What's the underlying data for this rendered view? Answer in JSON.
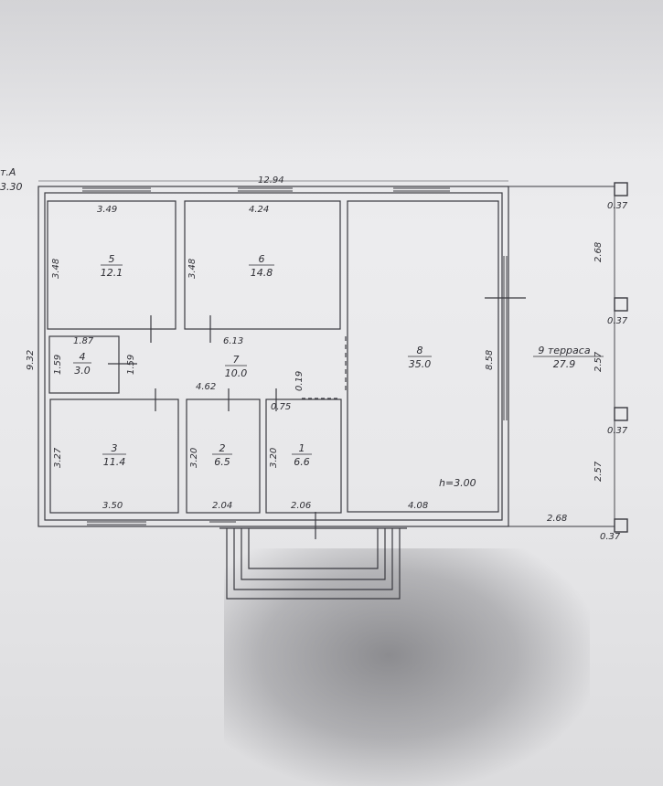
{
  "plan": {
    "axis_label": "т.А",
    "axis_level": "3.30",
    "overall_width": "12.94",
    "overall_depth": "9.32",
    "ceiling_height": "h=3.00",
    "rooms": [
      {
        "number": "1",
        "area": "6.6"
      },
      {
        "number": "2",
        "area": "6.5"
      },
      {
        "number": "3",
        "area": "11.4"
      },
      {
        "number": "4",
        "area": "3.0"
      },
      {
        "number": "5",
        "area": "12.1"
      },
      {
        "number": "6",
        "area": "14.8"
      },
      {
        "number": "7",
        "area": "10.0"
      },
      {
        "number": "8",
        "area": "35.0"
      },
      {
        "number": "9 терраса",
        "area": "27.9"
      }
    ],
    "dimensions": {
      "room5_width": "3.49",
      "room5_height": "3.48",
      "room6_width": "4.24",
      "room6_height": "3.48",
      "room4_width": "1.87",
      "room4_height": "1.59",
      "room4_height_right": "1.59",
      "hall_width": "6.13",
      "corridor_width": "4.62",
      "corridor_gap": "0.19",
      "room1_offset": "0.75",
      "room3_height": "3.27",
      "room3_width": "3.50",
      "room2_height": "3.20",
      "room2_width": "2.04",
      "room1_height": "3.20",
      "room1_width": "2.06",
      "room8_depth": "8.58",
      "room8_width": "4.08",
      "terrace_span_1": "2.68",
      "terrace_span_2": "2.57",
      "terrace_span_3": "2.57",
      "terrace_width": "2.68",
      "post_size": "0.37"
    }
  }
}
